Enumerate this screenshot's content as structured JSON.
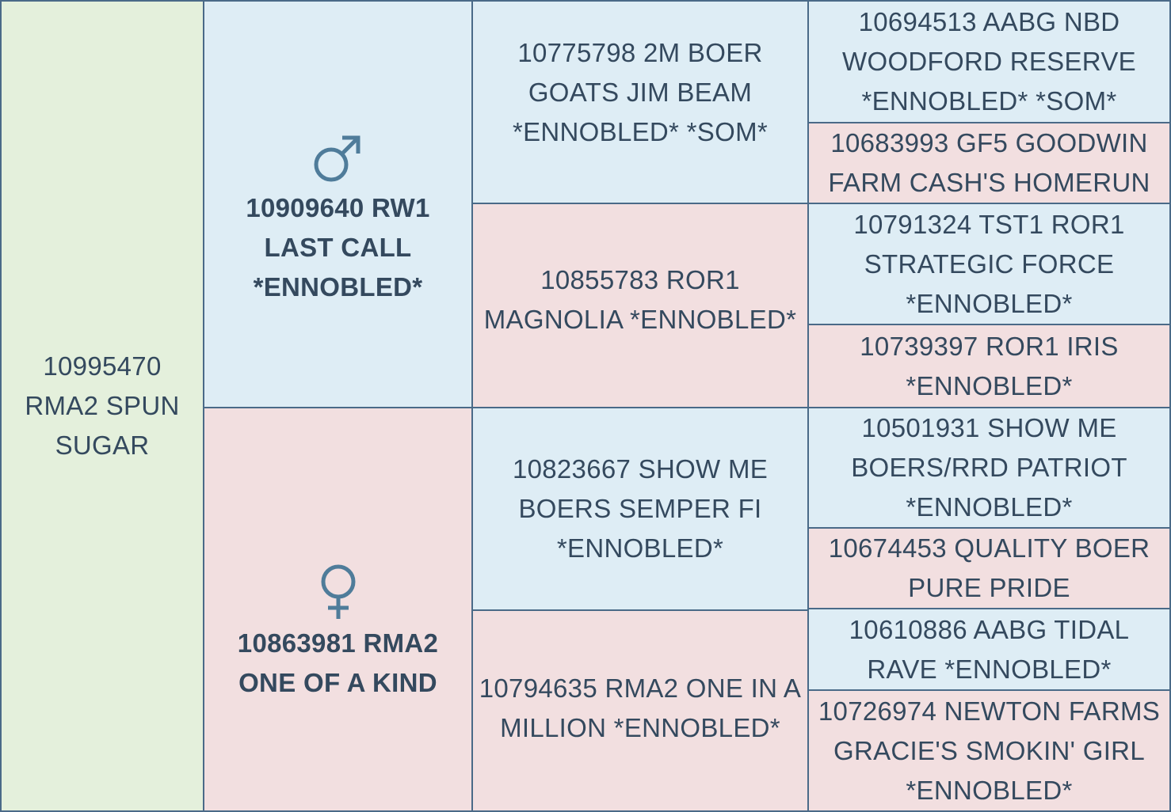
{
  "subject": {
    "name": "10995470 RMA2 SPUN SUGAR"
  },
  "sire": {
    "symbol": "male-symbol",
    "name": "10909640 RW1 LAST CALL *ENNOBLED*"
  },
  "dam": {
    "symbol": "female-symbol",
    "name": "10863981 RMA2 ONE OF A KIND"
  },
  "sire_sire": {
    "name": "10775798 2M BOER GOATS JIM BEAM *ENNOBLED* *SOM*"
  },
  "sire_dam": {
    "name": "10855783 ROR1 MAGNOLIA *ENNOBLED*"
  },
  "dam_sire": {
    "name": "10823667 SHOW ME BOERS SEMPER FI *ENNOBLED*"
  },
  "dam_dam": {
    "name": "10794635 RMA2 ONE IN A MILLION *ENNOBLED*"
  },
  "great_grandparents": [
    {
      "name": "10694513 AABG NBD WOODFORD RESERVE *ENNOBLED* *SOM*"
    },
    {
      "name": "10683993 GF5 GOODWIN FARM CASH'S HOMERUN"
    },
    {
      "name": "10791324 TST1 ROR1 STRATEGIC FORCE *ENNOBLED*"
    },
    {
      "name": "10739397 ROR1 IRIS *ENNOBLED*"
    },
    {
      "name": "10501931 SHOW ME BOERS/RRD PATRIOT *ENNOBLED*"
    },
    {
      "name": "10674453 QUALITY BOER PURE PRIDE"
    },
    {
      "name": "10610886 AABG TIDAL RAVE *ENNOBLED*"
    },
    {
      "name": "10726974 NEWTON FARMS GRACIE'S SMOKIN' GIRL *ENNOBLED*"
    }
  ],
  "colors": {
    "male_bg": "#deedf5",
    "female_bg": "#f2dfe0",
    "subject_bg": "#e4f0dc",
    "border": "#4a6a88",
    "text": "#34495e",
    "symbol": "#4f7c9a"
  }
}
